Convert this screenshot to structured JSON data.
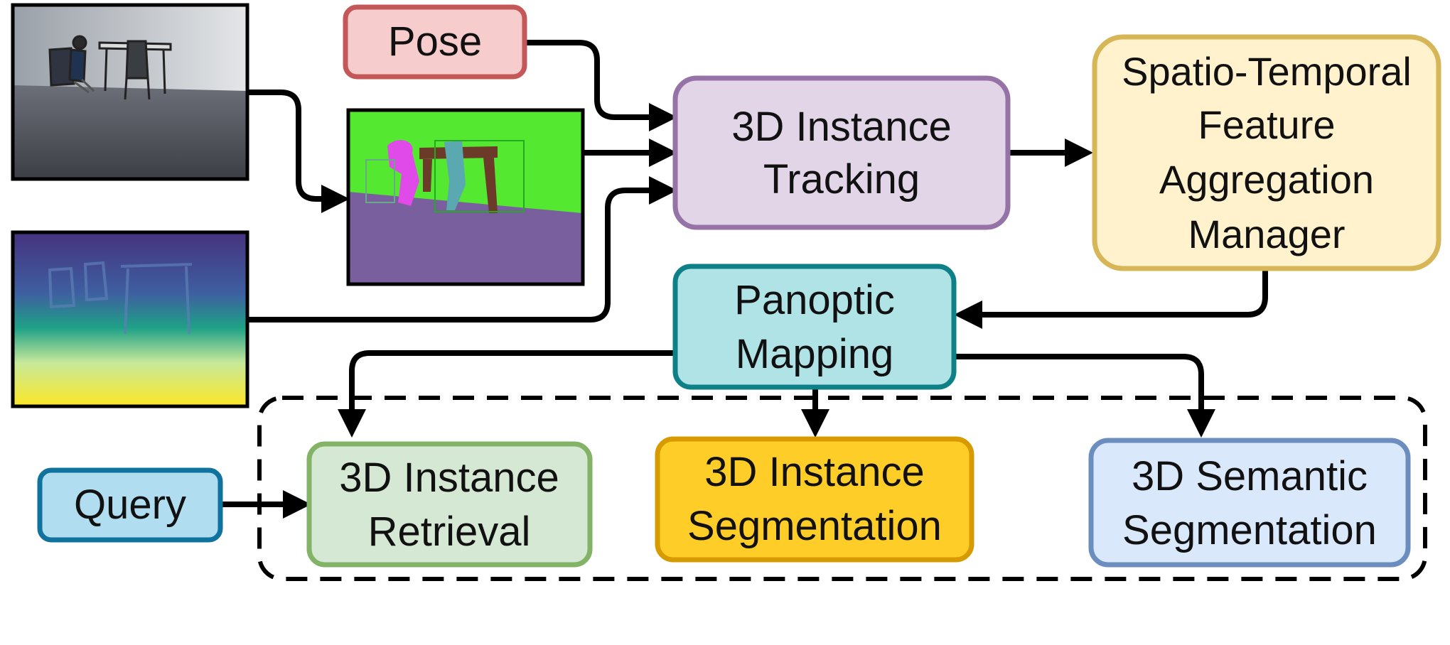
{
  "nodes": {
    "pose": {
      "lines": [
        "Pose"
      ],
      "fill": "#f6cccc",
      "stroke": "#c45858"
    },
    "tracking": {
      "lines": [
        "3D Instance",
        "Tracking"
      ],
      "fill": "#e1d5e7",
      "stroke": "#9673a6"
    },
    "aggregation": {
      "lines": [
        "Spatio-Temporal",
        "Feature",
        "Aggregation",
        "Manager"
      ],
      "fill": "#fff2cc",
      "stroke": "#d6b656"
    },
    "mapping": {
      "lines": [
        "Panoptic",
        "Mapping"
      ],
      "fill": "#b0e3e6",
      "stroke": "#0e8088"
    },
    "query": {
      "lines": [
        "Query"
      ],
      "fill": "#b1ddf0",
      "stroke": "#10739e"
    },
    "retrieval": {
      "lines": [
        "3D Instance",
        "Retrieval"
      ],
      "fill": "#d5e8d4",
      "stroke": "#82b366"
    },
    "instance_seg": {
      "lines": [
        "3D Instance",
        "Segmentation"
      ],
      "fill": "#ffcd28",
      "stroke": "#d79b00"
    },
    "semantic_seg": {
      "lines": [
        "3D Semantic",
        "Segmentation"
      ],
      "fill": "#dae8fc",
      "stroke": "#6c8ebf"
    }
  },
  "images": {
    "rgb_frame": {
      "icon": "rgb-photo-icon"
    },
    "segmentation_frame": {
      "icon": "segmentation-mask-icon"
    },
    "depth_frame": {
      "icon": "depth-map-icon"
    }
  },
  "colors": {
    "arrow": "#000000",
    "seg_background": "#55e830",
    "seg_floor": "#7a5f9e",
    "seg_person": "#e04ae8",
    "seg_chair": "#5aa8b0",
    "seg_table": "#6b3a28",
    "depth_top": "#46327e",
    "depth_mid": "#1fa187",
    "depth_bottom": "#fde725"
  }
}
